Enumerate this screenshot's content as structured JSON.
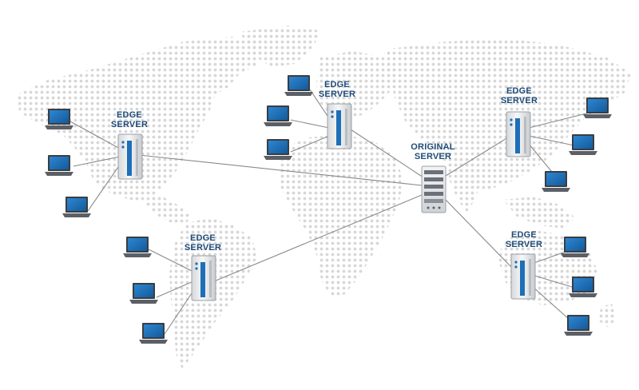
{
  "nodes": {
    "edge_label_line1": "EDGE",
    "edge_label_line2": "SERVER",
    "origin_label_line1": "ORIGINAL",
    "origin_label_line2": "SERVER"
  },
  "colors": {
    "map_dots": "#d7d7d7",
    "connection": "#8a8a8a",
    "label_text": "#1f4b78",
    "laptop_screen": "#1d6fb8",
    "server_body": "#e9eaec"
  },
  "icons": {
    "laptop": "laptop-icon",
    "edge_server": "edge-server-icon",
    "origin_server": "origin-server-icon"
  }
}
